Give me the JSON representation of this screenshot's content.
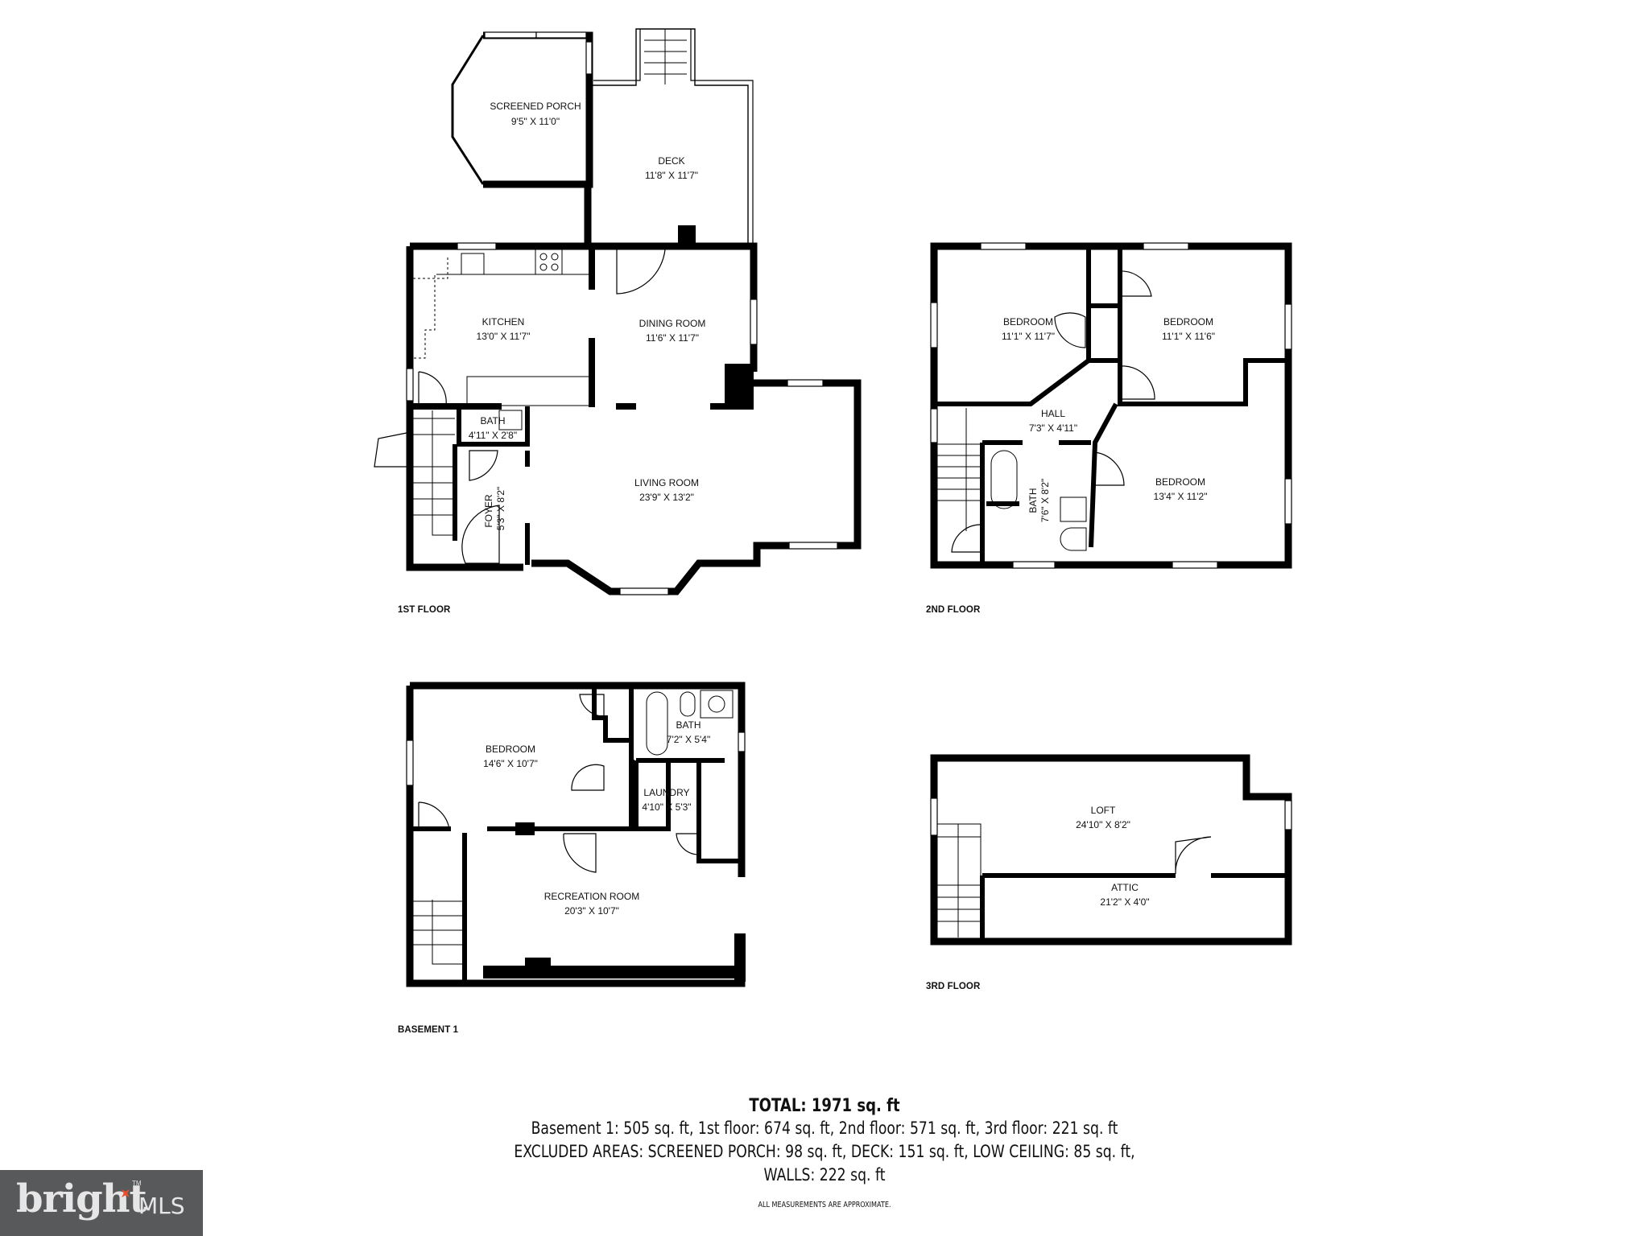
{
  "floors": {
    "first": {
      "label": "1ST FLOOR",
      "rooms": [
        {
          "name": "SCREENED PORCH",
          "dims": "9'5\" X 11'0\""
        },
        {
          "name": "DECK",
          "dims": "11'8\" X 11'7\""
        },
        {
          "name": "KITCHEN",
          "dims": "13'0\" X 11'7\""
        },
        {
          "name": "DINING ROOM",
          "dims": "11'6\" X 11'7\""
        },
        {
          "name": "BATH",
          "dims": "4'11\" X 2'8\""
        },
        {
          "name": "LIVING ROOM",
          "dims": "23'9\" X 13'2\""
        },
        {
          "name": "FOYER",
          "dims": "5'3\" X 8'2\""
        }
      ]
    },
    "second": {
      "label": "2ND FLOOR",
      "rooms": [
        {
          "name": "BEDROOM",
          "dims": "11'1\" X 11'7\""
        },
        {
          "name": "BEDROOM",
          "dims": "11'1\" X 11'6\""
        },
        {
          "name": "HALL",
          "dims": "7'3\" X 4'11\""
        },
        {
          "name": "BATH",
          "dims": "7'6\" X 8'2\""
        },
        {
          "name": "BEDROOM",
          "dims": "13'4\" X 11'2\""
        }
      ]
    },
    "basement": {
      "label": "BASEMENT 1",
      "rooms": [
        {
          "name": "BEDROOM",
          "dims": "14'6\" X 10'7\""
        },
        {
          "name": "BATH",
          "dims": "7'2\" X 5'4\""
        },
        {
          "name": "LAUNDRY",
          "dims": "4'10\" X 5'3\""
        },
        {
          "name": "RECREATION ROOM",
          "dims": "20'3\" X 10'7\""
        }
      ]
    },
    "third": {
      "label": "3RD FLOOR",
      "rooms": [
        {
          "name": "LOFT",
          "dims": "24'10\" X 8'2\""
        },
        {
          "name": "ATTIC",
          "dims": "21'2\" X 4'0\""
        }
      ]
    }
  },
  "summary": {
    "total": "TOTAL: 1971 sq. ft",
    "floors_line": "Basement 1: 505 sq. ft, 1st floor: 674 sq. ft, 2nd floor: 571 sq. ft, 3rd floor: 221 sq. ft",
    "excluded_line": "EXCLUDED AREAS: SCREENED PORCH: 98 sq. ft, DECK: 151 sq. ft, LOW CEILING: 85 sq. ft,",
    "walls_line": "WALLS: 222 sq. ft",
    "disclaimer": "ALL MEASUREMENTS ARE APPROXIMATE."
  },
  "logo": {
    "word": "bright",
    "suffix": "MLS",
    "tm": "TM",
    "bg": "#58595b",
    "accent": "#e8502a"
  }
}
